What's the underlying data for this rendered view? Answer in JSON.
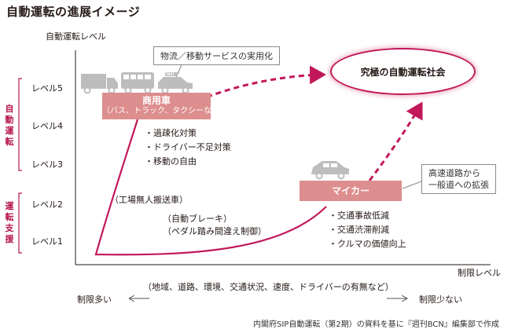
{
  "title": "自動運転の進展イメージ",
  "axes": {
    "y_label": "自動運転レベル",
    "x_label": "制限レベル",
    "levels": [
      "レベル5",
      "レベル4",
      "レベル3",
      "レベル2",
      "レベル1"
    ]
  },
  "groups": {
    "autonomous": "自動運転",
    "assist": "運転支援"
  },
  "goal": "究極の自動運転社会",
  "commercial": {
    "callout": "物流／移動サービスの実用化",
    "badge_title": "商用車",
    "badge_sub": "（バス、トラック、タクシーなど）",
    "bullets": [
      "・過疎化対策",
      "・ドライバー不足対策",
      "・移動の自由"
    ],
    "taxi_text": "TAXI"
  },
  "private": {
    "callout_line1": "高速道路から",
    "callout_line2": "一般道への拡張",
    "badge_title": "マイカー",
    "bullets": [
      "・交通事故低減",
      "・交通渋滞削減",
      "・クルマの価値向上"
    ]
  },
  "early": {
    "factory": "（工場無人搬送車）",
    "brake_line1": "（自動ブレーキ）",
    "brake_line2": "（ペダル踏み間違え制御）"
  },
  "bottom": {
    "left": "制限多い",
    "right": "制限少ない",
    "conditions": "（地域、道路、環境、交通状況、速度、ドライバーの有無など）"
  },
  "source": "内閣府SIP自動運転（第2期）の資料を基に『週刊BCN』編集部で作成",
  "colors": {
    "accent": "#c2185b",
    "badge": "#dd8e8e",
    "vehicle_gray": "#bdbdbd",
    "axis": "#231815"
  }
}
